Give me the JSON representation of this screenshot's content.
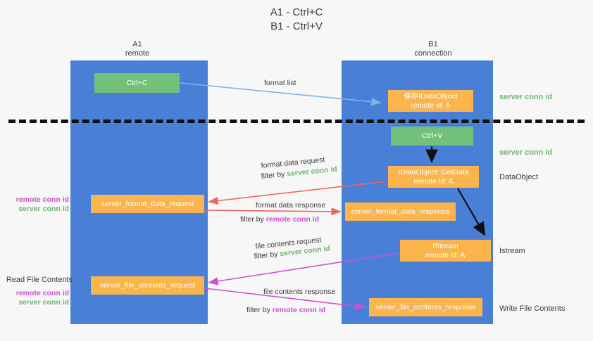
{
  "title": "A1 - Ctrl+C\nB1 - Ctrl+V",
  "colors": {
    "lane": "#4a7fd8",
    "box_green": "#72c07a",
    "box_orange": "#fcb44d",
    "server_conn_id": "#6cb86f",
    "remote_conn_id": "#cb52cf",
    "background": "#f7f7f7",
    "divider": "#111111",
    "arrow_blue": "#7fb3e8",
    "arrow_red": "#e8665b",
    "arrow_magenta": "#cb52cf",
    "arrow_black": "#111111"
  },
  "columns": {
    "a1": {
      "name": "A1",
      "sub": "remote",
      "header": "A1\nremote"
    },
    "b1": {
      "name": "B1",
      "sub": "connection",
      "header": "B1\nconnection"
    }
  },
  "boxes": {
    "ctrl_c": {
      "label": "Ctrl+C",
      "kind": "green"
    },
    "idataobject": {
      "label": "保存IDataObject\nremote id: A",
      "kind": "orange"
    },
    "ctrl_v": {
      "label": "Ctrl+V",
      "kind": "green"
    },
    "getdata": {
      "label": "IDataObject::GetData\nremote id: A",
      "kind": "orange"
    },
    "format_data_request": {
      "label": "server_format_data_request",
      "kind": "orange"
    },
    "format_data_response": {
      "label": "server_format_data_response",
      "kind": "orange"
    },
    "istream": {
      "label": "IStream\nremote id: A",
      "kind": "orange"
    },
    "file_contents_request": {
      "label": "server_file_contents_request",
      "kind": "orange"
    },
    "file_contents_response": {
      "label": "server_file_contents_response",
      "kind": "orange"
    }
  },
  "side_labels": {
    "server_conn_id_top": "server conn id",
    "server_conn_id_mid": "server conn id",
    "dataobject": "DataObject",
    "istream": "Istream",
    "write_file_contents": "Write File Contents",
    "read_file_contents": "Read File Contents",
    "remote_conn_id": "remote conn id",
    "server_conn_id": "server conn id"
  },
  "edges": {
    "format_list": "format list",
    "format_data_request": "format data request",
    "format_data_request_filter_prefix": "filter by ",
    "format_data_request_filter_value": "server conn id",
    "format_data_response": "format data response",
    "format_data_response_filter_prefix": "filter by ",
    "format_data_response_filter_value": "remote conn id",
    "file_contents_request": "file contents request",
    "file_contents_request_filter_prefix": "filter by ",
    "file_contents_request_filter_value": "server conn id",
    "file_contents_response": "file contents response",
    "file_contents_response_filter_prefix": "filter by ",
    "file_contents_response_filter_value": "remote conn id"
  }
}
